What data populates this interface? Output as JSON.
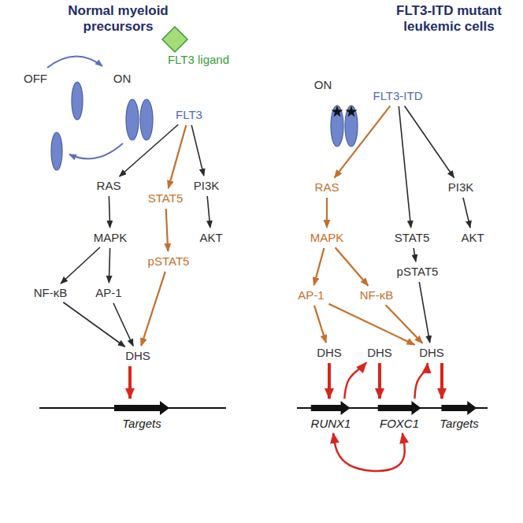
{
  "diagram": {
    "nodes": [
      {
        "text": [
          "Normal myeloid precursors"
        ]
      },
      {
        "text": [],
        "in": 0
      },
      {
        "text": [
          "FLT3"
        ]
      },
      {
        "text": [
          "RAS"
        ],
        "in": 0
      },
      {
        "text": [
          "MAPK"
        ],
        "in": 0
      },
      {
        "text": [
          "NF-κB"
        ],
        "in": 0
      },
      {
        "text": [
          "AP-1"
        ],
        "in": 0
      },
      {
        "text": [
          "STAT5"
        ],
        "in": 0
      },
      {
        "text": [
          "pSTAT5"
        ],
        "in": 0
      },
      {
        "text": [
          "PI3K"
        ],
        "in": 0
      },
      {
        "text": [
          "AKT"
        ],
        "in": 0
      },
      {
        "text": [
          "DHS"
        ],
        "in": 1
      },
      {
        "text": [
          "Targets"
        ],
        "in": 1
      },
      {
        "text": [
          "FLT3-ITD mutant leukemic cells"
        ]
      },
      {
        "text": [],
        "in": 13
      },
      {
        "text": [
          "FLT3-ITD"
        ]
      },
      {
        "text": [
          "RAS"
        ],
        "in": 13
      },
      {
        "text": [
          "MAPK"
        ],
        "in": 13
      },
      {
        "text": [
          "AP-1"
        ],
        "in": 13
      },
      {
        "text": [
          "NF-κB"
        ],
        "in": 13
      },
      {
        "text": [
          "PI3K"
        ],
        "in": 13
      },
      {
        "text": [
          "STAT5"
        ],
        "in": 13
      },
      {
        "text": [
          "pSTAT5"
        ],
        "in": 13
      },
      {
        "text": [
          "AKT"
        ],
        "in": 13
      },
      {
        "text": [
          "DHS"
        ],
        "in": 14
      },
      {
        "text": [
          "DHS"
        ],
        "in": 14
      },
      {
        "text": [
          "DHS"
        ],
        "in": 14
      },
      {
        "text": [
          "RUNX1"
        ],
        "in": 14
      },
      {
        "text": [
          "FOXC1"
        ],
        "in": 14
      },
      {
        "text": [
          "Targets"
        ],
        "in": 14
      }
    ],
    "edges": [
      {
        "from": 2,
        "to": 3,
        "arrow": "to"
      },
      {
        "from": 2,
        "to": 7,
        "arrow": "to"
      },
      {
        "from": 2,
        "to": 9,
        "arrow": "to"
      },
      {
        "from": 3,
        "to": 4,
        "arrow": "to"
      },
      {
        "from": 4,
        "to": 5,
        "arrow": "to"
      },
      {
        "from": 4,
        "to": 6,
        "arrow": "to"
      },
      {
        "from": 9,
        "to": 10,
        "arrow": "to"
      },
      {
        "from": 7,
        "to": 8,
        "arrow": "to"
      },
      {
        "from": 5,
        "to": 11,
        "arrow": "to"
      },
      {
        "from": 6,
        "to": 11,
        "arrow": "to"
      },
      {
        "from": 8,
        "to": 11,
        "arrow": "to"
      },
      {
        "from": 11,
        "to": 12,
        "arrow": "to"
      },
      {
        "from": 15,
        "to": 16,
        "arrow": "to"
      },
      {
        "from": 15,
        "to": 21,
        "arrow": "to"
      },
      {
        "from": 15,
        "to": 20,
        "arrow": "to"
      },
      {
        "from": 16,
        "to": 17,
        "arrow": "to"
      },
      {
        "from": 17,
        "to": 18,
        "arrow": "to"
      },
      {
        "from": 17,
        "to": 19,
        "arrow": "to"
      },
      {
        "from": 20,
        "to": 23,
        "arrow": "to"
      },
      {
        "from": 21,
        "to": 22,
        "arrow": "to"
      },
      {
        "from": 18,
        "to": 24,
        "arrow": "to"
      },
      {
        "from": 18,
        "to": 26,
        "arrow": "to"
      },
      {
        "from": 19,
        "to": 26,
        "arrow": "to"
      },
      {
        "from": 22,
        "to": 26,
        "arrow": "to"
      },
      {
        "from": 24,
        "to": 27,
        "arrow": "to"
      },
      {
        "from": 25,
        "to": 28,
        "arrow": "to"
      },
      {
        "from": 26,
        "to": 29,
        "arrow": "to"
      },
      {
        "from": 27,
        "to": 25,
        "arrow": "to"
      },
      {
        "from": 28,
        "to": 26,
        "arrow": "to"
      },
      {
        "from": 28,
        "to": 27,
        "arrow": "both"
      }
    ],
    "labels": [
      "OFF",
      "ON",
      "FLT3 ligand",
      "ON"
    ]
  }
}
